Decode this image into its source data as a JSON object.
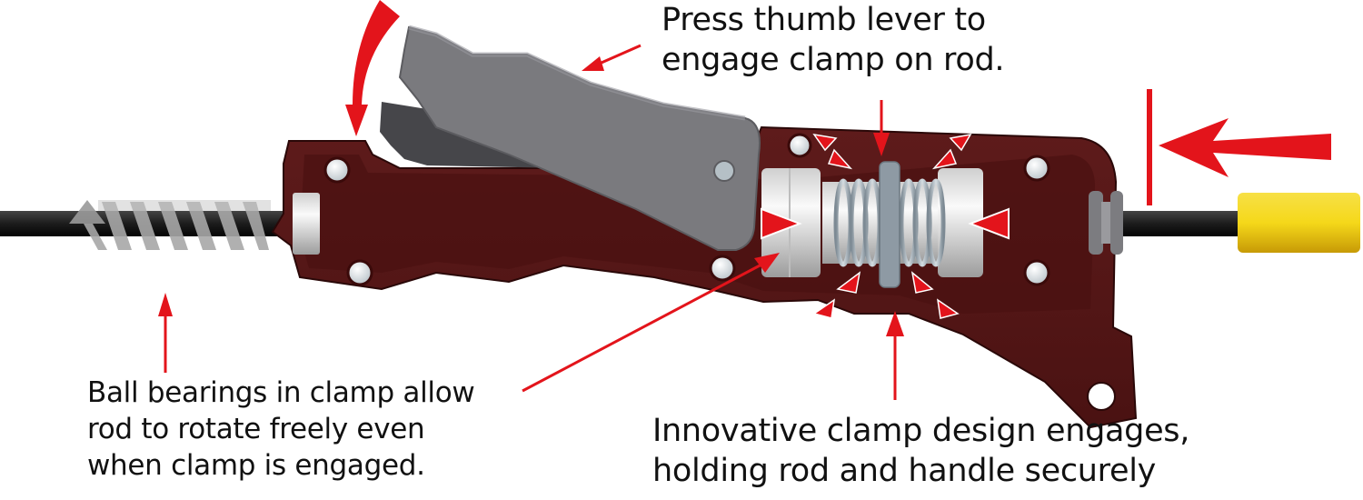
{
  "title": "Rod handle clamp mechanism diagram",
  "callouts": {
    "lever": {
      "lines": [
        "Press thumb lever to",
        "engage clamp on rod."
      ]
    },
    "bearings": {
      "lines": [
        "Ball bearings in clamp allow",
        "rod to rotate freely even",
        "when clamp is engaged."
      ]
    },
    "clamp": {
      "lines": [
        "Innovative clamp design engages,",
        "holding rod and handle securely"
      ]
    }
  },
  "colors": {
    "handle": "#5a1a1a",
    "handle_dark": "#3e0f0f",
    "lever": "#7a7a7e",
    "lever_dark": "#4a4a4e",
    "rod": "#1a1a1a",
    "arrow": "#e3141b",
    "tip": "#f2cc1a",
    "bearing": "#e8e8e8",
    "spring": "#a8b4be"
  }
}
